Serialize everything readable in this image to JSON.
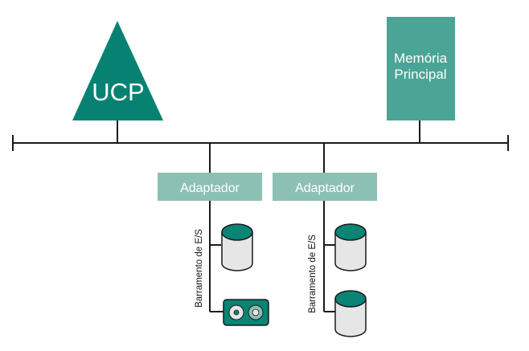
{
  "cpu": {
    "label": "UCP"
  },
  "memory": {
    "line1": "Memória",
    "line2": "Principal"
  },
  "adapters": [
    {
      "label": "Adaptador"
    },
    {
      "label": "Adaptador"
    }
  ],
  "io_buses": [
    {
      "label": "Barramento de E/S"
    },
    {
      "label": "Barramento de E/S"
    }
  ],
  "colors": {
    "cpu_fill": "#078272",
    "memory_fill": "#4aa596",
    "adapter_fill": "#8cc0b4",
    "disk_top": "#0a8474",
    "disk_body": "#e6e6e6",
    "line": "#1a1a1a"
  },
  "icons": [
    "hard-disk-icon",
    "optical-drive-icon"
  ]
}
